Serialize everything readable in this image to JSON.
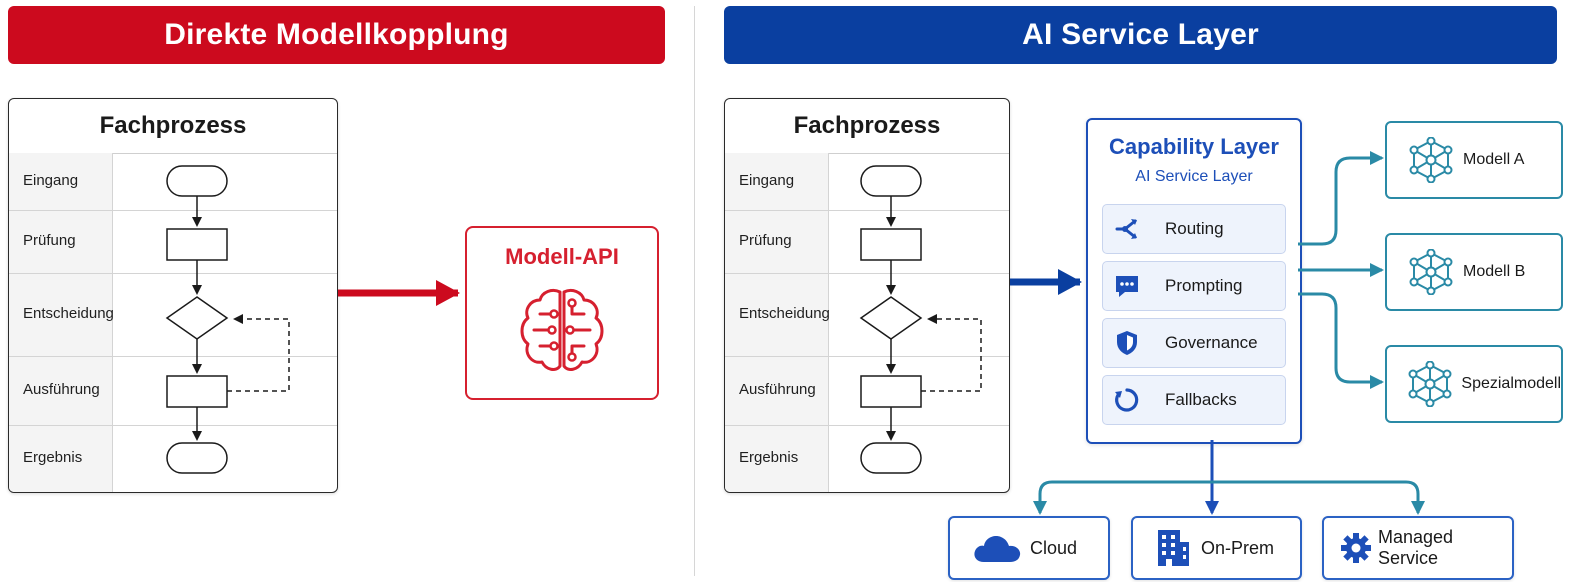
{
  "left": {
    "banner": "Direkte Modellkopplung",
    "process": {
      "title": "Fachprozess",
      "lanes": [
        "Eingang",
        "Prüfung",
        "Entscheidung",
        "Ausführung",
        "Ergebnis"
      ]
    },
    "model_api": {
      "title": "Modell-API",
      "icon": "brain-circuit-icon"
    }
  },
  "right": {
    "banner": "AI Service Layer",
    "process": {
      "title": "Fachprozess",
      "lanes": [
        "Eingang",
        "Prüfung",
        "Entscheidung",
        "Ausführung",
        "Ergebnis"
      ]
    },
    "capability": {
      "title": "Capability Layer",
      "subtitle": "AI Service Layer",
      "items": [
        {
          "label": "Routing",
          "icon": "routing-icon"
        },
        {
          "label": "Prompting",
          "icon": "chat-icon"
        },
        {
          "label": "Governance",
          "icon": "shield-icon"
        },
        {
          "label": "Fallbacks",
          "icon": "fallback-icon"
        }
      ]
    },
    "models": [
      {
        "label": "Modell A",
        "icon": "network-icon"
      },
      {
        "label": "Modell B",
        "icon": "network-icon"
      },
      {
        "label": "Spezialmodell",
        "icon": "network-icon"
      }
    ],
    "targets": [
      {
        "label": "Cloud",
        "icon": "cloud-icon"
      },
      {
        "label": "On-Prem",
        "icon": "building-icon"
      },
      {
        "label": "Managed Service",
        "icon": "gear-icon"
      }
    ]
  },
  "colors": {
    "red": "#cc0a1e",
    "blue": "#0a3fa0",
    "capability_blue": "#1d4fb8",
    "teal": "#2a8aa6"
  }
}
